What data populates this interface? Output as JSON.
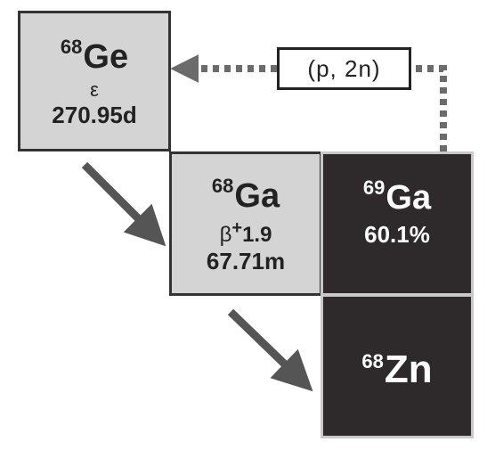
{
  "nuclides": {
    "ge68": {
      "mass": "68",
      "symbol": "Ge",
      "decay": "ε",
      "half_life": "270.95d"
    },
    "ga68": {
      "mass": "68",
      "symbol": "Ga",
      "decay_mode": "β",
      "decay_sup": "+",
      "decay_energy": "1.9",
      "half_life": "67.71m"
    },
    "ga69": {
      "mass": "69",
      "symbol": "Ga",
      "abundance": "60.1%"
    },
    "zn68": {
      "mass": "68",
      "symbol": "Zn"
    }
  },
  "reaction": {
    "label": "(p, 2n)"
  },
  "colors": {
    "light_fill": "#d4d4d4",
    "dark_fill": "#2e2a2b",
    "arrow": "#555555",
    "dotted": "#6b6b6b"
  }
}
